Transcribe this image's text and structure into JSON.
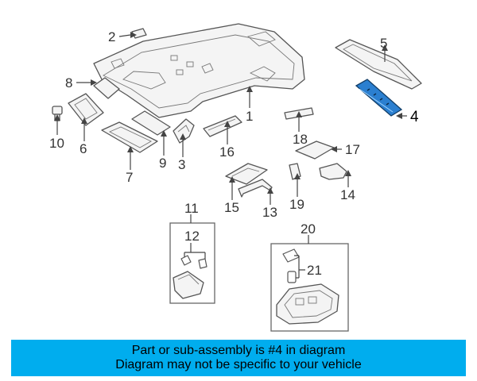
{
  "callouts": [
    {
      "id": "1",
      "label": "1"
    },
    {
      "id": "2",
      "label": "2"
    },
    {
      "id": "3",
      "label": "3"
    },
    {
      "id": "4",
      "label": "4"
    },
    {
      "id": "5",
      "label": "5"
    },
    {
      "id": "6",
      "label": "6"
    },
    {
      "id": "7",
      "label": "7"
    },
    {
      "id": "8",
      "label": "8"
    },
    {
      "id": "9",
      "label": "9"
    },
    {
      "id": "10",
      "label": "10"
    },
    {
      "id": "11",
      "label": "11"
    },
    {
      "id": "12",
      "label": "12"
    },
    {
      "id": "13",
      "label": "13"
    },
    {
      "id": "14",
      "label": "14"
    },
    {
      "id": "15",
      "label": "15"
    },
    {
      "id": "16",
      "label": "16"
    },
    {
      "id": "17",
      "label": "17"
    },
    {
      "id": "18",
      "label": "18"
    },
    {
      "id": "19",
      "label": "19"
    },
    {
      "id": "20",
      "label": "20"
    },
    {
      "id": "21",
      "label": "21"
    }
  ],
  "highlighted_part": "4",
  "colors": {
    "highlight": "#2b7fd0",
    "banner": "#00adee",
    "line": "#555555"
  },
  "banner": {
    "line1": "Part or sub-assembly is #4 in diagram",
    "line2": "Diagram may not be specific to your vehicle"
  }
}
